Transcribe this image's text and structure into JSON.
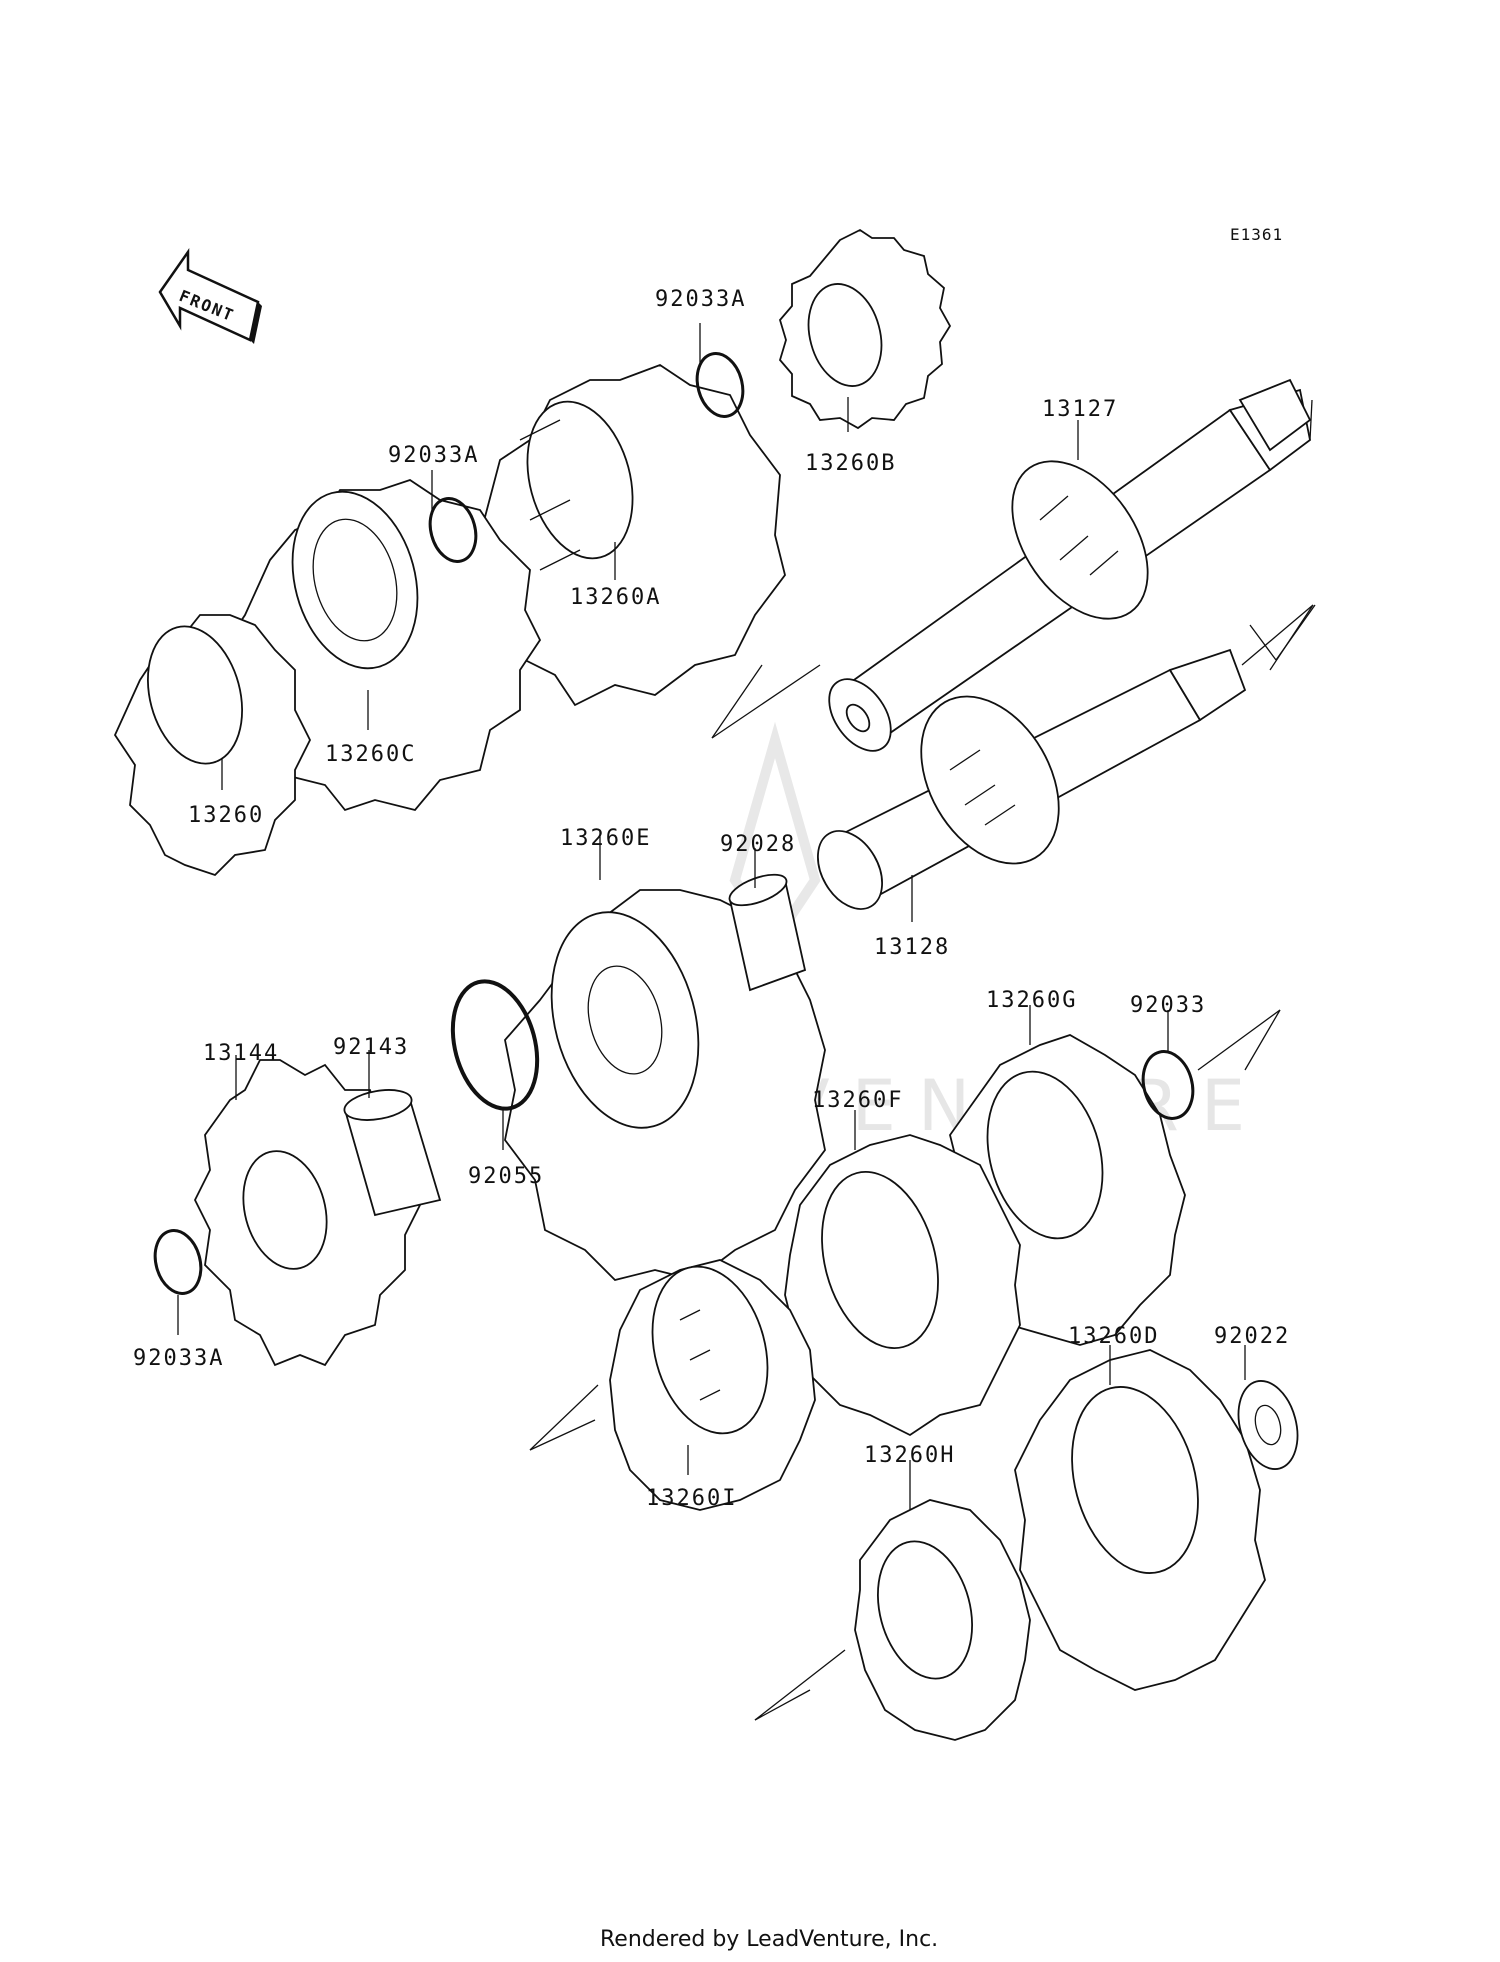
{
  "diagram_code": "E1361",
  "front_arrow_label": "FRONT",
  "watermark_text": "LEADVENTURE",
  "footer_text": "Rendered by LeadVenture, Inc.",
  "labels": {
    "p92033A_top": "92033A",
    "p13260B": "13260B",
    "p13127": "13127",
    "p92033A_mid": "92033A",
    "p13260A": "13260A",
    "p13260C": "13260C",
    "p13260": "13260",
    "p13260E": "13260E",
    "p92028": "92028",
    "p13128": "13128",
    "p13144": "13144",
    "p92143": "92143",
    "p92055": "92055",
    "p92033A_low": "92033A",
    "p13260G": "13260G",
    "p92033": "92033",
    "p13260F": "13260F",
    "p13260I": "13260I",
    "p13260D": "13260D",
    "p92022": "92022",
    "p13260H": "13260H"
  }
}
